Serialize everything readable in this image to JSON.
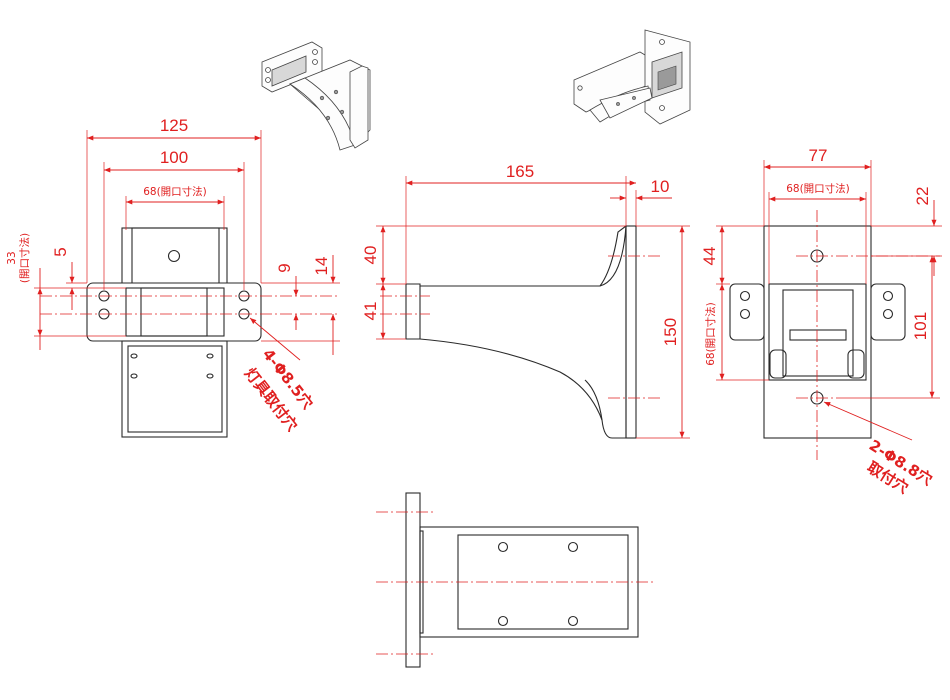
{
  "dimensions": {
    "front": {
      "width_125": "125",
      "width_100": "100",
      "opening_68": "68(開口寸法)",
      "opening_33_a": "33",
      "opening_33_b": "(開口寸法)",
      "gap_5": "5",
      "gap_9": "9",
      "gap_14": "14",
      "hole_note_1": "4-Φ8.5穴",
      "hole_note_2": "灯具取付穴"
    },
    "side": {
      "length_165": "165",
      "flange_10": "10",
      "height_40": "40",
      "height_41": "41",
      "height_150": "150"
    },
    "back": {
      "width_77": "77",
      "opening_68": "68(開口寸法)",
      "top_22": "22",
      "hole_44": "44",
      "span_101": "101",
      "opening_68_v": "68(開口寸法)",
      "hole_note_1": "2-Φ8.8穴",
      "hole_note_2": "取付穴"
    }
  },
  "colors": {
    "dimension": "#e02020",
    "outline": "#2a2a2a"
  }
}
